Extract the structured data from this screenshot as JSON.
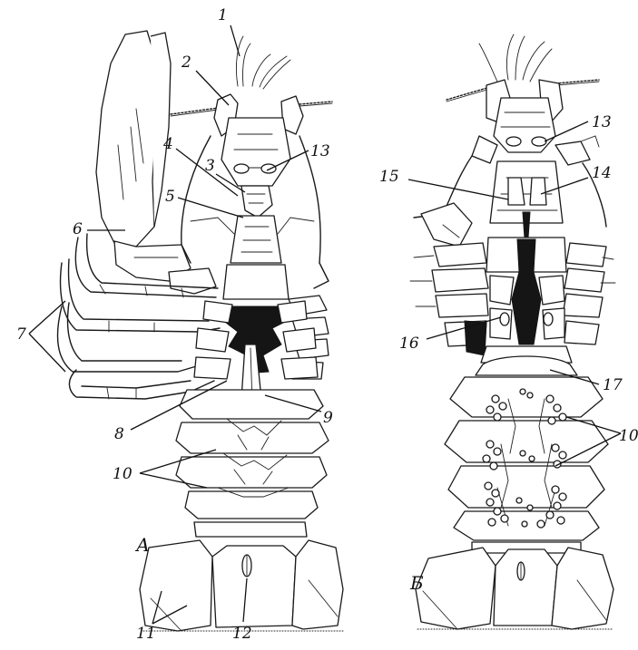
{
  "figure": {
    "panels": [
      {
        "id": "a",
        "label": "А"
      },
      {
        "id": "b",
        "label": "Б"
      }
    ],
    "labels_a": [
      "1",
      "2",
      "3",
      "4",
      "5",
      "6",
      "7",
      "8",
      "9",
      "10",
      "11",
      "12",
      "13"
    ],
    "labels_b": [
      "13",
      "14",
      "15",
      "16",
      "17",
      "10"
    ],
    "ink_color": "#1a1a1a",
    "paper_color": "#ffffff"
  }
}
